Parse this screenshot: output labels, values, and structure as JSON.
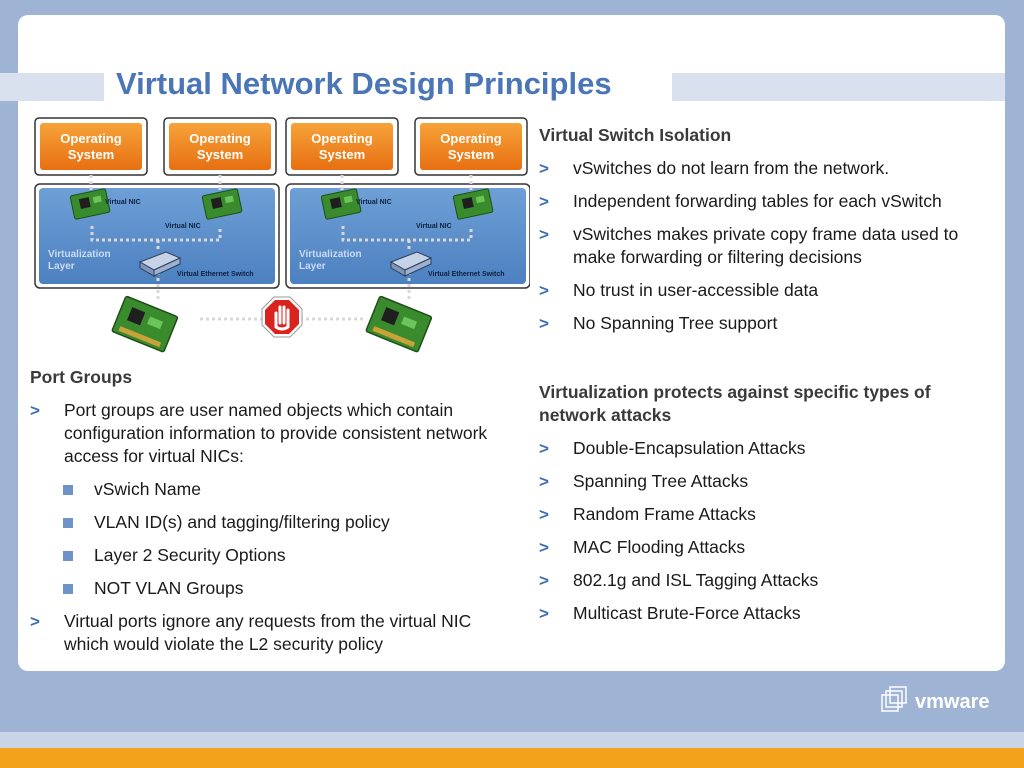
{
  "title": "Virtual Network Design Principles",
  "diagram": {
    "os_label_line1": "Operating",
    "os_label_line2": "System",
    "virtual_nic": "Virtual NIC",
    "virt_layer_line1": "Virtualization",
    "virt_layer_line2": "Layer",
    "virtual_switch": "Virtual Ethernet Switch"
  },
  "left": {
    "heading": "Port Groups",
    "bullet1": "Port groups are user named objects which contain configuration information to provide consistent network access for virtual NICs:",
    "sub_items": [
      "vSwich Name",
      "VLAN ID(s) and tagging/filtering policy",
      "Layer 2 Security Options",
      "NOT VLAN Groups"
    ],
    "bullet2": "Virtual ports ignore any requests from the virtual NIC which would violate the L2 security policy"
  },
  "right": {
    "heading1": "Virtual Switch Isolation",
    "bullets1": [
      "vSwitches do not learn from the network.",
      "Independent forwarding tables for each vSwitch",
      "vSwitches makes private copy frame data used to make forwarding or filtering decisions",
      "No trust in user-accessible data",
      "No Spanning Tree support"
    ],
    "heading2": "Virtualization protects against specific types of network attacks",
    "bullets2": [
      "Double-Encapsulation Attacks",
      "Spanning Tree Attacks",
      "Random Frame Attacks",
      "MAC Flooding Attacks",
      "802.1g and ISL Tagging Attacks",
      "Multicast Brute-Force Attacks"
    ]
  },
  "logo_text": "vmware"
}
